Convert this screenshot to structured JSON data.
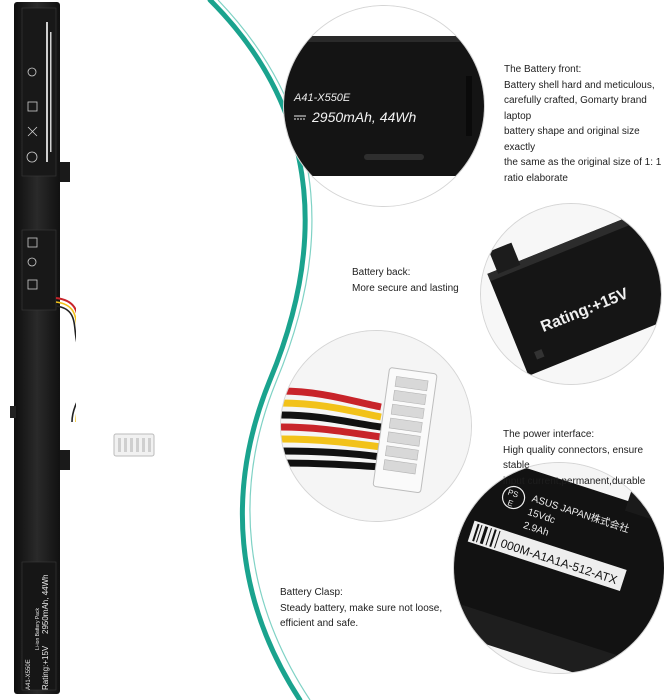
{
  "battery_label": {
    "model": "A41-X550E",
    "type": "Li-ion Battery Pack",
    "rating": "Rating:+15V ",
    "capacity": "2950mAh, 44Wh"
  },
  "front_circle": {
    "model": "A41-X550E",
    "capacity": "2950mAh, 44Wh"
  },
  "back_circle": {
    "rating": "Rating:+15V"
  },
  "clasp_circle": {
    "ps": "PS",
    "e": "E",
    "brand": "ASUS JAPAN株式会社",
    "voltage": "15Vdc",
    "amp": "2.9Ah",
    "code": "000M-A1A1A-512-ATX"
  },
  "captions": {
    "front": {
      "title": "The Battery front:",
      "lines": [
        "Battery shell hard and meticulous,",
        "carefully crafted, Gomarty brand laptop",
        "battery shape and original size exactly",
        "the same as the original size of 1: 1",
        "ratio elaborate"
      ]
    },
    "back": {
      "title": "Battery back:",
      "lines": [
        "More secure and lasting"
      ]
    },
    "power": {
      "title": "The power interface:",
      "lines": [
        "High quality connectors, ensure stable",
        "input current,permanent,durable"
      ]
    },
    "clasp": {
      "title": "Battery Clasp:",
      "lines": [
        "Steady battery, make sure not loose,",
        "efficient and safe."
      ]
    }
  },
  "colors": {
    "swoosh": "#1aa38e",
    "battery_body": "#1b1b1b",
    "wire_red": "#c8242a",
    "wire_yellow": "#f2c21a"
  }
}
